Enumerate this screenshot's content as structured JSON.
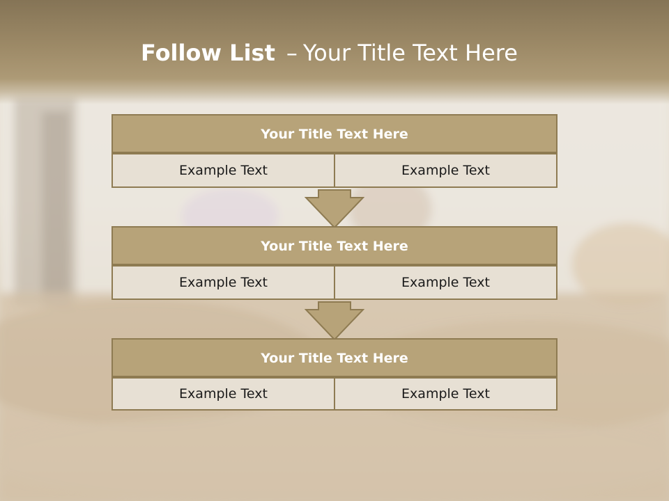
{
  "title": {
    "bold": "Follow List",
    "separator": "–",
    "rest": "Your Title Text Here"
  },
  "steps": [
    {
      "title": "Your Title Text Here",
      "left": "Example Text",
      "right": "Example Text"
    },
    {
      "title": "Your Title Text Here",
      "left": "Example Text",
      "right": "Example Text"
    },
    {
      "title": "Your Title Text Here",
      "left": "Example Text",
      "right": "Example Text"
    }
  ],
  "colors": {
    "header": "#9d8a67",
    "box_title": "#b7a379",
    "box_border": "#8e7b52",
    "cell": "#e7e0d4",
    "arrow": "#b7a379"
  }
}
